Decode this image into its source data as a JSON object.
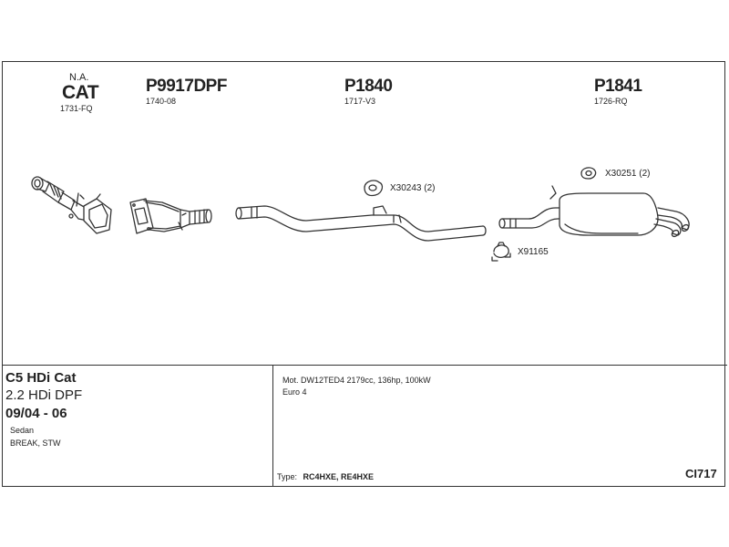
{
  "parts": {
    "cat": {
      "note": "N.A.",
      "label": "CAT",
      "code": "1731-FQ"
    },
    "p9917": {
      "label": "P9917DPF",
      "code": "1740-08"
    },
    "p1840": {
      "label": "P1840",
      "code": "1717-V3"
    },
    "p1841": {
      "label": "P1841",
      "code": "1726-RQ"
    }
  },
  "accessories": {
    "x30243": "X30243 (2)",
    "x30251": "X30251 (2)",
    "x91165": "X91165"
  },
  "vehicle": {
    "model": "C5 HDi Cat",
    "engine": "2.2 HDi DPF",
    "years": "09/04 - 06",
    "body1": "Sedan",
    "body2": "BREAK, STW"
  },
  "specs": {
    "motor": "Mot. DW12TED4 2179cc, 136hp, 100kW",
    "emission": "Euro 4",
    "type_label": "Type:",
    "type_value": "RC4HXE, RE4HXE"
  },
  "code": "CI717"
}
